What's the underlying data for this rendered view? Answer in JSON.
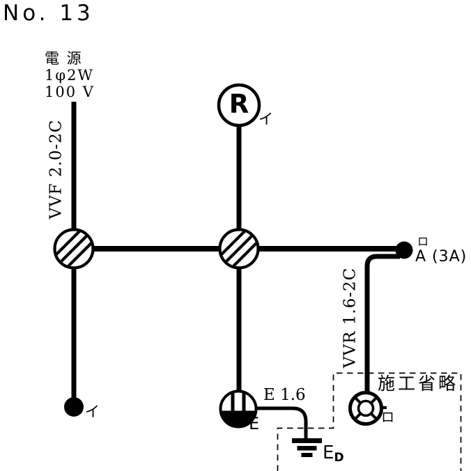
{
  "title": "No. 13",
  "power": {
    "name": "電 源",
    "phase": "1φ2W",
    "voltage": "100 V"
  },
  "cables": {
    "vvf": "VVF 2.0-2C",
    "vvr": "VVR 1.6-2C",
    "earth": "E 1.6"
  },
  "labels": {
    "receptacle_symbol": "R",
    "receptacle_circuit": "イ",
    "switch_circuit": "イ",
    "auto_switch_circuit": "ロ",
    "auto_switch_rating": "A (3A)",
    "outdoor_light_circuit": "ロ",
    "outlet_earth": "E",
    "ground_main": "E",
    "ground_sub": "D",
    "omitted_note": "施工省略"
  },
  "colors": {
    "ink": "#000000",
    "background": "#ffffff"
  }
}
